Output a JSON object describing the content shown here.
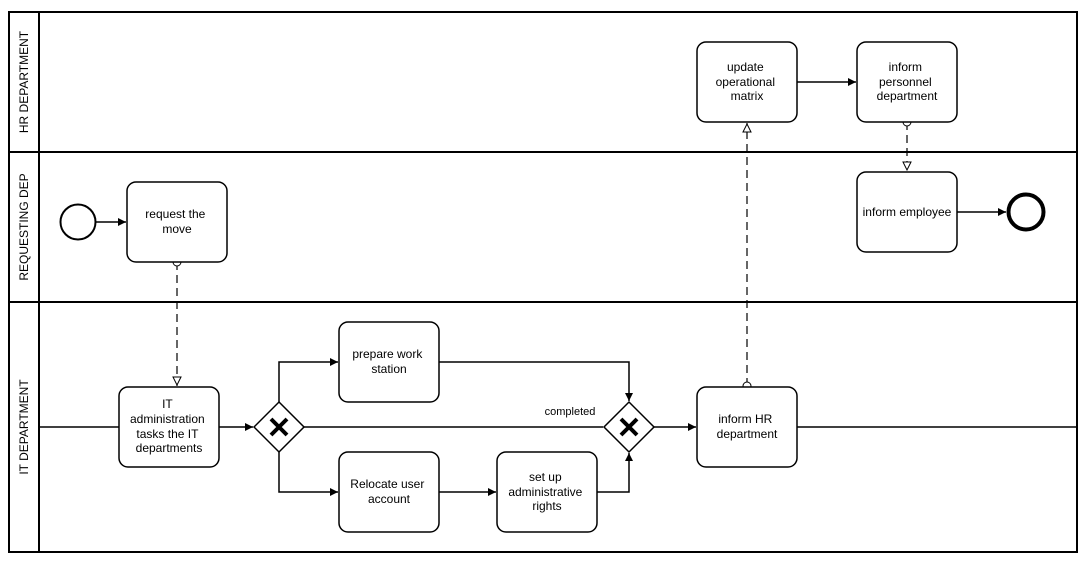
{
  "lanes": [
    {
      "id": "hr",
      "label": "HR DEPARTMENT"
    },
    {
      "id": "req",
      "label": "REQUESTING DEP"
    },
    {
      "id": "it",
      "label": "IT DEPARTMENT"
    }
  ],
  "tasks": {
    "request_move": [
      "request the",
      "move"
    ],
    "it_admin": [
      "IT",
      "administration",
      "tasks the IT",
      "departments"
    ],
    "prepare_ws": [
      "prepare work",
      "station"
    ],
    "relocate": [
      "Relocate user",
      "account"
    ],
    "admin_rights": [
      "set up",
      "administrative",
      "rights"
    ],
    "inform_hr": [
      "inform HR",
      "department"
    ],
    "update_matrix": [
      "update",
      "operational",
      "matrix"
    ],
    "inform_personnel": [
      "inform",
      "personnel",
      "department"
    ],
    "inform_employee": [
      "inform employee"
    ]
  },
  "flow_labels": {
    "completed": "completed"
  },
  "gateways": {
    "split": {
      "type": "exclusive",
      "symbol": "X"
    },
    "merge": {
      "type": "exclusive",
      "symbol": "X"
    }
  },
  "events": {
    "start": {
      "type": "start-event"
    },
    "end": {
      "type": "end-event"
    }
  },
  "colors": {
    "stroke": "#000000",
    "fill": "#ffffff"
  }
}
